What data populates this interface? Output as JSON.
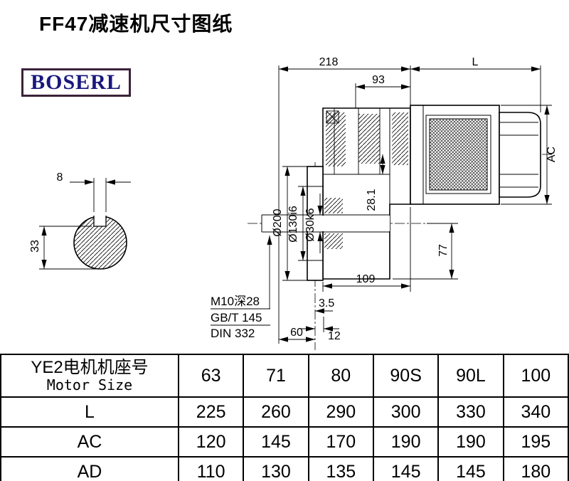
{
  "page": {
    "title": "FF47减速机尺寸图纸",
    "logo": "BOSERL"
  },
  "colors": {
    "logo_border": "#3a2239",
    "logo_text": "#18187e",
    "line": "#000000"
  },
  "drawing": {
    "dim_218": "218",
    "dim_L": "L",
    "dim_93": "93",
    "dim_AC": "AC",
    "dim_8": "8",
    "dim_33": "33",
    "dim_d200": "Ø200",
    "dim_d130": "Ø130i6",
    "dim_d30": "Ø30k6",
    "dim_281": "28.1",
    "dim_77": "77",
    "dim_109": "109",
    "dim_35": "3.5",
    "dim_60": "60",
    "dim_12": "12",
    "note_m10": "M10深28",
    "note_gbt": "GB/T 145",
    "note_din": "DIN 332"
  },
  "table": {
    "header": {
      "line1": "YE2电机机座号",
      "line2": "Motor Size"
    },
    "sizes": [
      "63",
      "71",
      "80",
      "90S",
      "90L",
      "100"
    ],
    "rows": [
      {
        "label": "L",
        "values": [
          "225",
          "260",
          "290",
          "300",
          "330",
          "340"
        ]
      },
      {
        "label": "AC",
        "values": [
          "120",
          "145",
          "170",
          "190",
          "190",
          "195"
        ]
      },
      {
        "label": "AD",
        "values": [
          "110",
          "130",
          "135",
          "145",
          "145",
          "180"
        ]
      }
    ]
  }
}
